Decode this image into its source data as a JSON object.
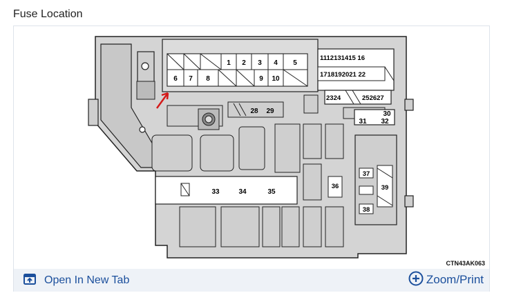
{
  "section_title": "Fuse Location",
  "diagram_code": "CTN43AK063",
  "toolbar": {
    "open_label": "Open In New Tab",
    "zoom_label": "Zoom/Print",
    "open_icon": "open-in-new-tab-icon",
    "zoom_icon": "zoom-plus-icon"
  },
  "fuses": {
    "f1": "1",
    "f2": "2",
    "f3": "3",
    "f4": "4",
    "f5": "5",
    "f6": "6",
    "f7": "7",
    "f8": "8",
    "f9": "9",
    "f10": "10",
    "r11": "1112131415 16",
    "r17": "1718192021 22",
    "f23_24": "2324",
    "f25_27": "252627",
    "f28": "28",
    "f29": "29",
    "f30": "30",
    "f31": "31",
    "f32": "32",
    "f33": "33",
    "f34": "34",
    "f35": "35",
    "f36": "36",
    "f37": "37",
    "f38": "38",
    "f39": "39"
  },
  "colors": {
    "accent": "#1b4f9c",
    "marker": "#d41a1a",
    "housing": "#d4d4d4"
  }
}
